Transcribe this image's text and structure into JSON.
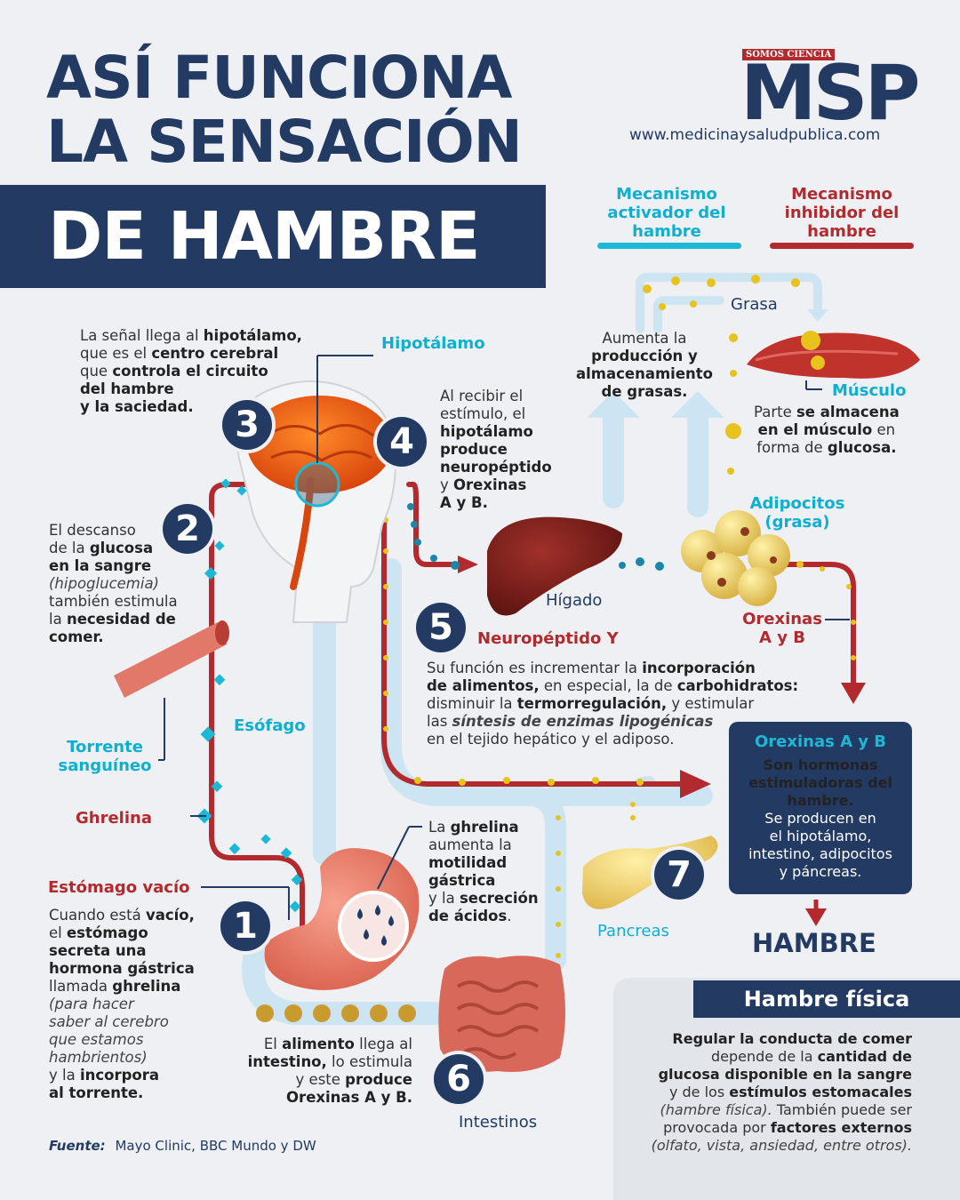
{
  "title": {
    "line1": "ASÍ FUNCIONA",
    "line2": "LA SENSACIÓN",
    "line3": "DE HAMBRE"
  },
  "brand": {
    "tag": "SOMOS CIENCIA",
    "logo": "MSP",
    "url": "www.medicinaysaludpublica.com"
  },
  "legend": {
    "activator": "Mecanismo activador del hambre",
    "inhibitor": "Mecanismo inhibidor del hambre",
    "activator_color": "#1cb8d6",
    "inhibitor_color": "#b22a2e"
  },
  "labels": {
    "hipotalamo": "Hipotálamo",
    "grasa": "Grasa",
    "musculo": "Músculo",
    "adipocitos": "Adipocitos (grasa)",
    "higado": "Hígado",
    "neuropeptido": "Neuropéptido Y",
    "orexinas": "Orexinas A y B",
    "torrente": "Torrente sanguíneo",
    "esofago": "Esófago",
    "ghrelina": "Ghrelina",
    "estomago": "Estómago vacío",
    "pancreas": "Pancreas",
    "intestinos": "Intestinos"
  },
  "steps": {
    "s1": "1",
    "s2": "2",
    "s3": "3",
    "s4": "4",
    "s5": "5",
    "s6": "6",
    "s7": "7"
  },
  "texts": {
    "step3": "La señal llega al <b>hipotálamo,</b><br>que es el <b>centro cerebral</b><br>que <b>controla el circuito<br>del hambre<br>y la saciedad.</b>",
    "step4": "Al recibir el<br>estímulo, el<br><b>hipotálamo<br>produce<br>neuropéptido</b><br>y <b>Orexinas<br>A y B.</b>",
    "step2": "El descanso<br>de la <b>glucosa<br>en la sangre</b><br><i>(hipoglucemia)</i><br>también estimula<br>la <b>necesidad de<br>comer.</b>",
    "grasas": "Aumenta la<br><b>producción y<br>almacenamiento<br>de grasas.</b>",
    "musculo": "Parte <b>se almacena<br>en el músculo</b> en<br>forma de <b>glucosa.</b>",
    "step5": "Su función es incrementar la <b>incorporación<br>de alimentos,</b> en especial, la de <b>carbohidratos:</b><br>disminuir la <b>termorregulación,</b> y estimular<br>las <b><i>síntesis de enzimas lipogénicas</i></b><br>en el tejido hepático y el adiposo.",
    "ghrelina": "La <b>ghrelina</b><br>aumenta la<br><b>motilidad<br>gástrica</b><br>y la <b>secreción<br>de ácidos</b>.",
    "step1": "Cuando está <b>vacío,</b><br>el <b>estómago<br>secreta una<br>hormona gástrica</b><br>llamada <b>ghrelina</b><br><i>(para hacer<br>saber al cerebro<br>que estamos<br>hambrientos)</i><br>y la <b>incorpora<br>al torrente.</b>",
    "step6": "El <b>alimento</b> llega al<br><b>intestino,</b> lo estimula<br>y este <b>produce<br>Orexinas A y B.</b>",
    "box": "<b>Son hormonas<br>estimuladoras del<br>hambre.</b><br>Se producen en<br>el hipotálamo,<br>intestino, adipocitos<br>y páncreas.",
    "hf": "<b>Regular la conducta de comer</b><br>depende de la <b>cantidad de<br>glucosa disponible en la sangre</b><br>y de los <b>estímulos estomacales</b><br><i>(hambre física).</i> También puede ser<br>provocada por <b>factores externos</b><br><i>(olfato, vista, ansiedad, entre otros).</i>"
  },
  "box": {
    "title": "Orexinas A y B"
  },
  "hambre": "HAMBRE",
  "hambre_fisica": "Hambre física",
  "source": {
    "label": "Fuente:",
    "text": "Mayo Clinic, BBC Mundo y DW"
  }
}
